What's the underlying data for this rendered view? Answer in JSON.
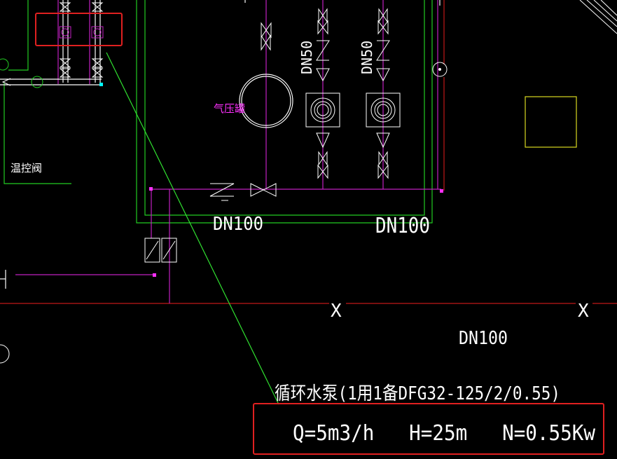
{
  "drawing": {
    "labels": {
      "pressure_tank": "气压罐",
      "temp_control_valve": "温控阀",
      "branch_dn50_left": "DN50",
      "branch_dn50_right": "DN50",
      "header_dn100_left": "DN100",
      "header_dn100_right": "DN100",
      "main_dn100": "DN100",
      "pipe_break_1": "X",
      "pipe_break_2": "X",
      "pump_title": "循环水泵(1用1备DFG32-125/2/0.55)",
      "pump_spec": "Q=5m3/h   H=25m   N=0.55Kw"
    },
    "colors": {
      "background": "#000000",
      "pipe_white": "#ffffff",
      "pipe_green": "#22cc22",
      "pipe_magenta": "#c020c0",
      "pipe_red": "#c01818",
      "leader_green": "#30e030",
      "equipment_yellow": "#d8d820",
      "highlight_red": "#e02020"
    }
  }
}
